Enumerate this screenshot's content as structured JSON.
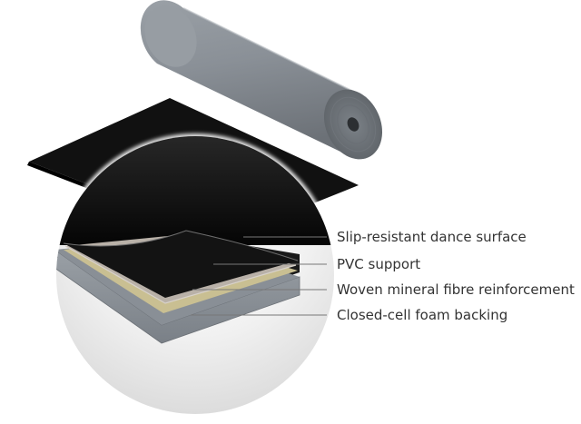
{
  "figure": {
    "subject": "Dance floor vinyl roll with layer cross-section",
    "layers": [
      {
        "label": "Slip-resistant dance surface",
        "color": "#0e0e0e"
      },
      {
        "label": "PVC support",
        "color": "#b9b1a8"
      },
      {
        "label": "Woven mineral fibre reinforcement",
        "color": "#c9bf92"
      },
      {
        "label": "Closed-cell foam backing",
        "color": "#8f959c"
      }
    ],
    "colors": {
      "roll": "#8a9097",
      "sheet": "#111111",
      "leader_line": "#777777",
      "label_text": "#333333"
    }
  }
}
